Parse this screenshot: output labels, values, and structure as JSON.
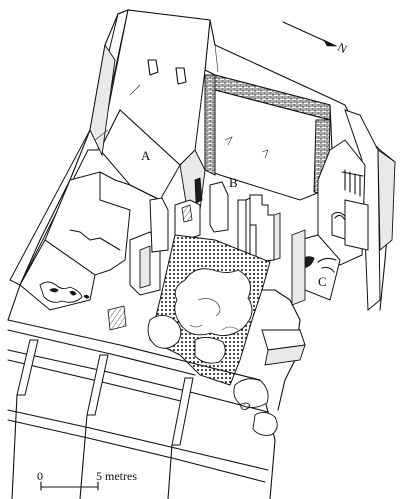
{
  "labels": {
    "room_a": "A",
    "room_b": "B",
    "room_c": "C",
    "north": "N"
  },
  "scale_bar": {
    "start": "0",
    "end": "5 metres"
  }
}
